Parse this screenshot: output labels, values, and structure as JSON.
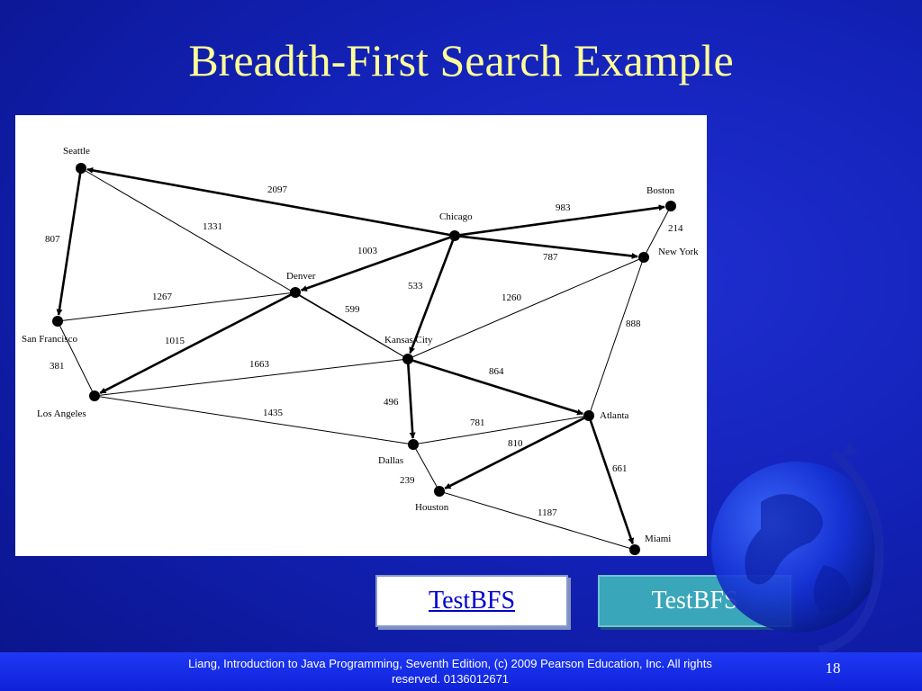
{
  "slide": {
    "title": "Breadth-First Search Example",
    "footer": "Liang, Introduction to Java Programming, Seventh Edition, (c) 2009 Pearson Education, Inc. All rights reserved. 0136012671",
    "page_number": "18"
  },
  "buttons": {
    "link_label": "TestBFS",
    "run_label": "TestBFS"
  },
  "graph": {
    "cities": [
      {
        "id": "seattle",
        "name": "Seattle"
      },
      {
        "id": "sanfrancisco",
        "name": "San Francisco"
      },
      {
        "id": "losangeles",
        "name": "Los Angeles"
      },
      {
        "id": "denver",
        "name": "Denver"
      },
      {
        "id": "kansascity",
        "name": "Kansas City"
      },
      {
        "id": "chicago",
        "name": "Chicago"
      },
      {
        "id": "boston",
        "name": "Boston"
      },
      {
        "id": "newyork",
        "name": "New York"
      },
      {
        "id": "atlanta",
        "name": "Atlanta"
      },
      {
        "id": "miami",
        "name": "Miami"
      },
      {
        "id": "dallas",
        "name": "Dallas"
      },
      {
        "id": "houston",
        "name": "Houston"
      }
    ],
    "edges": [
      {
        "from": "chicago",
        "to": "seattle",
        "distance": "2097",
        "tree": true
      },
      {
        "from": "seattle",
        "to": "sanfrancisco",
        "distance": "807",
        "tree": true
      },
      {
        "from": "seattle",
        "to": "kansascity",
        "distance": "1331",
        "tree": false
      },
      {
        "from": "sanfrancisco",
        "to": "denver",
        "distance": "1267",
        "tree": false
      },
      {
        "from": "sanfrancisco",
        "to": "losangeles",
        "distance": "381",
        "tree": false
      },
      {
        "from": "denver",
        "to": "losangeles",
        "distance": "1015",
        "tree": true
      },
      {
        "from": "losangeles",
        "to": "kansascity",
        "distance": "1663",
        "tree": false
      },
      {
        "from": "losangeles",
        "to": "dallas",
        "distance": "1435",
        "tree": false
      },
      {
        "from": "chicago",
        "to": "denver",
        "distance": "1003",
        "tree": true
      },
      {
        "from": "denver",
        "to": "kansascity",
        "distance": "599",
        "tree": false
      },
      {
        "from": "chicago",
        "to": "kansascity",
        "distance": "533",
        "tree": true
      },
      {
        "from": "chicago",
        "to": "boston",
        "distance": "983",
        "tree": true
      },
      {
        "from": "chicago",
        "to": "newyork",
        "distance": "787",
        "tree": true
      },
      {
        "from": "boston",
        "to": "newyork",
        "distance": "214",
        "tree": false
      },
      {
        "from": "kansascity",
        "to": "newyork",
        "distance": "1260",
        "tree": false
      },
      {
        "from": "newyork",
        "to": "atlanta",
        "distance": "888",
        "tree": false
      },
      {
        "from": "kansascity",
        "to": "atlanta",
        "distance": "864",
        "tree": true
      },
      {
        "from": "kansascity",
        "to": "dallas",
        "distance": "496",
        "tree": true
      },
      {
        "from": "dallas",
        "to": "atlanta",
        "distance": "781",
        "tree": false
      },
      {
        "from": "atlanta",
        "to": "houston",
        "distance": "810",
        "tree": true
      },
      {
        "from": "atlanta",
        "to": "miami",
        "distance": "661",
        "tree": true
      },
      {
        "from": "dallas",
        "to": "houston",
        "distance": "239",
        "tree": false
      },
      {
        "from": "houston",
        "to": "miami",
        "distance": "1187",
        "tree": false
      }
    ]
  },
  "colors": {
    "title": "#ffff99",
    "background": "#1322b8",
    "footer_bar": "#1a30ee",
    "run_button": "#3aa6b9",
    "link_text": "#0000cc"
  }
}
